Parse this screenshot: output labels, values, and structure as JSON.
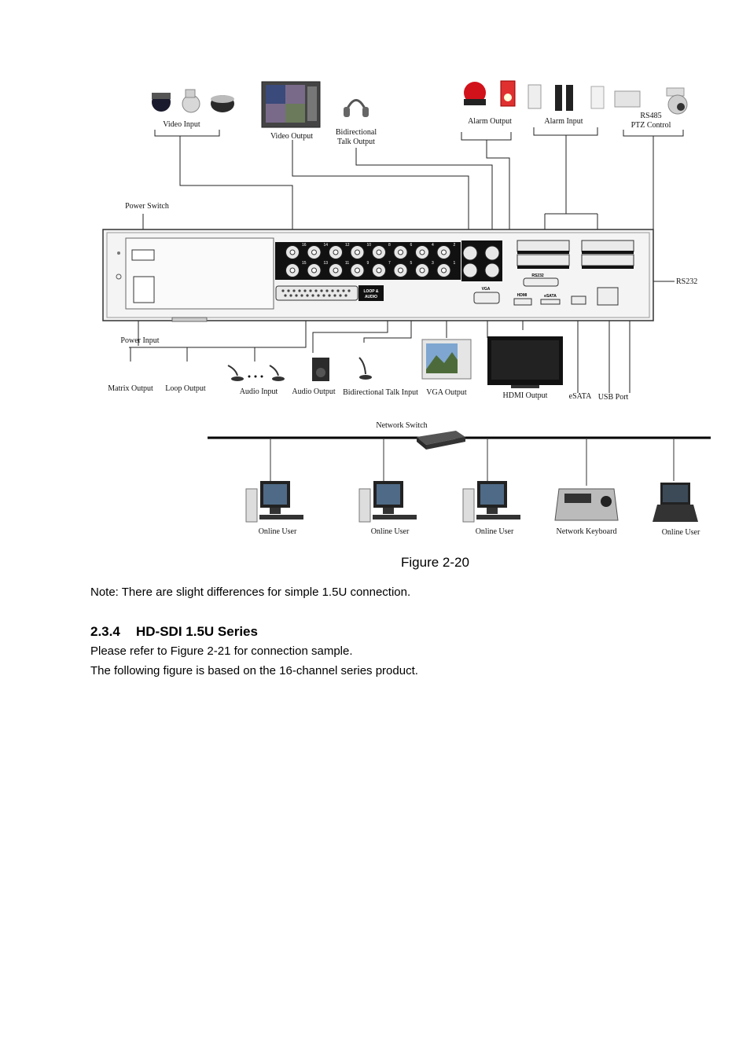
{
  "diagram": {
    "labels": {
      "video_input": "Video Input",
      "video_output": "Video Output",
      "talk_output_line1": "Bidirectional",
      "talk_output_line2": "Talk Output",
      "alarm_output": "Alarm Output",
      "alarm_input": "Alarm Input",
      "rs485_line1": "RS485",
      "rs485_line2": "PTZ Control",
      "power_switch": "Power Switch",
      "rs232": "RS232",
      "power_input": "Power Input",
      "matrix_output": "Matrix Output",
      "loop_output": "Loop Output",
      "audio_input": "Audio Input",
      "audio_output": "Audio Output",
      "talk_input": "Bidirectional Talk Input",
      "vga_output": "VGA Output",
      "hdmi_output": "HDMI Output",
      "esata": "eSATA",
      "usb_port": "USB Port",
      "network_switch": "Network Switch",
      "online_user_1": "Online User",
      "online_user_2": "Online User",
      "online_user_3": "Online User",
      "network_keyboard": "Network Keyboard",
      "online_user_4": "Online User"
    },
    "panel_labels": {
      "loop_audio_1": "LOOP &",
      "loop_audio_2": "AUDIO",
      "vga": "VGA",
      "hdmi": "HDMI",
      "esata": "eSATA",
      "rs232": "RS232"
    },
    "bnc_numbers_top": [
      "16",
      "14",
      "12",
      "10",
      "8",
      "6",
      "4",
      "2"
    ],
    "bnc_numbers_bottom": [
      "15",
      "13",
      "11",
      "9",
      "7",
      "5",
      "3",
      "1"
    ]
  },
  "figure_caption": "Figure 2-20",
  "note": "Note: There are slight differences for simple 1.5U connection.",
  "section": {
    "number": "2.3.4",
    "title": "HD-SDI 1.5U Series"
  },
  "paragraphs": [
    "Please refer to Figure 2-21 for connection sample.",
    "The following figure is based on the 16-channel series product."
  ]
}
